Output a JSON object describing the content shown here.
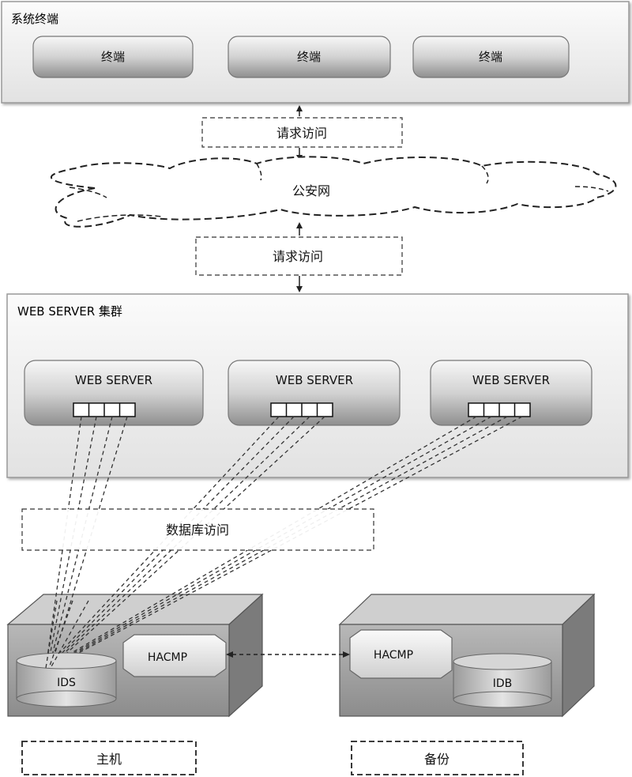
{
  "terminal_panel": {
    "title": "系统终端",
    "terminals": [
      "终端",
      "终端",
      "终端"
    ]
  },
  "request_top": "请求访问",
  "cloud_label": "公安网",
  "request_bottom": "请求访问",
  "server_panel": {
    "title": "WEB SERVER 集群",
    "servers": [
      "WEB SERVER",
      "WEB SERVER",
      "WEB SERVER"
    ]
  },
  "db_access": "数据库访问",
  "host": {
    "hacmp": "HACMP",
    "ids": "IDS",
    "caption": "主机"
  },
  "backup": {
    "hacmp": "HACMP",
    "idb": "IDB",
    "caption": "备份"
  },
  "colors": {
    "panel_fill": "#ededed",
    "box_gray": "#8a8a8a",
    "dark_gray": "#555555",
    "dash": "#222222"
  }
}
